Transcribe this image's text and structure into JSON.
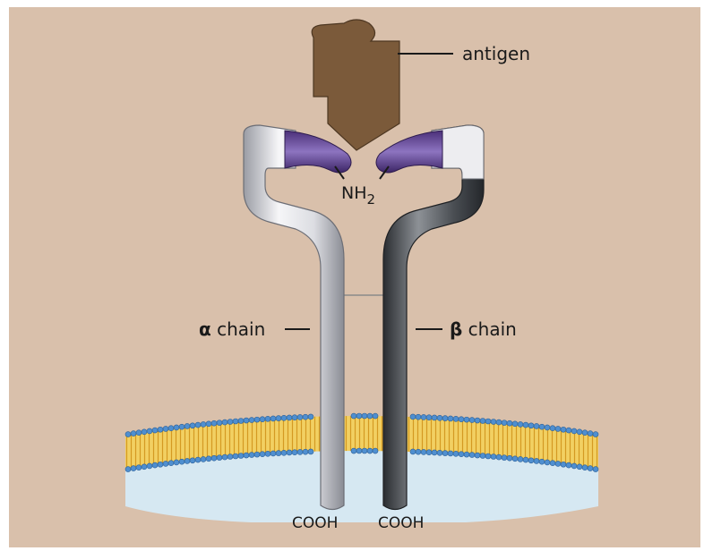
{
  "labels": {
    "antigen": "antigen",
    "alpha_symbol": "α",
    "alpha_text": " chain",
    "beta_symbol": "β",
    "beta_text": " chain",
    "nh2_main": "NH",
    "nh2_sub": "2",
    "cooh_left": "COOH",
    "cooh_right": "COOH"
  },
  "colors": {
    "background": "#d9c0ab",
    "antigen": "#7b5a3a",
    "variable_region": "#5b3f8a",
    "alpha_chain": "#e4e4e8",
    "beta_chain": "#4e5256",
    "membrane_tails": "#ecc24a",
    "membrane_heads": "#4f8fd0",
    "cytoplasm": "#d6e8f2"
  }
}
